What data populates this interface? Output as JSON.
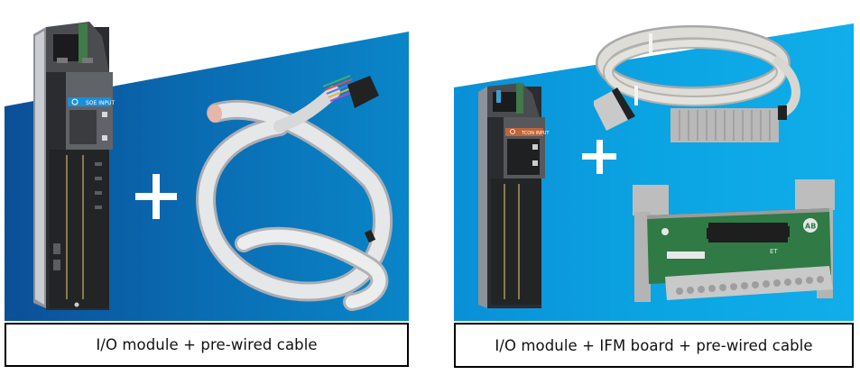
{
  "panels": [
    {
      "id": "left",
      "caption": "I/O module + pre-wired cable",
      "background_color": "#0a6ab0",
      "components": [
        {
          "type": "io-module",
          "label_text": "SOE INPUT",
          "label_color": "#1a8fd8"
        },
        {
          "type": "plus-sign"
        },
        {
          "type": "pre-wired-cable",
          "connector_color": "#222222"
        }
      ]
    },
    {
      "id": "right",
      "caption": "I/O module + IFM board + pre-wired cable",
      "background_color": "#0ba4e3",
      "components": [
        {
          "type": "io-module",
          "label_text": "TCON INPUT",
          "label_color": "#c0643a"
        },
        {
          "type": "plus-sign"
        },
        {
          "type": "pre-wired-cable",
          "connector_color": "#b8b8b8"
        },
        {
          "type": "ifm-board",
          "board_color": "#2f7a45",
          "logo": "AB",
          "marking": "ET"
        }
      ]
    }
  ],
  "colors": {
    "left_blue_dark": "#0b4f98",
    "left_blue_light": "#0a86c9",
    "right_blue_dark": "#0a8fd6",
    "right_blue_light": "#10aeea",
    "caption_border": "#000000",
    "plus": "#ffffff"
  }
}
